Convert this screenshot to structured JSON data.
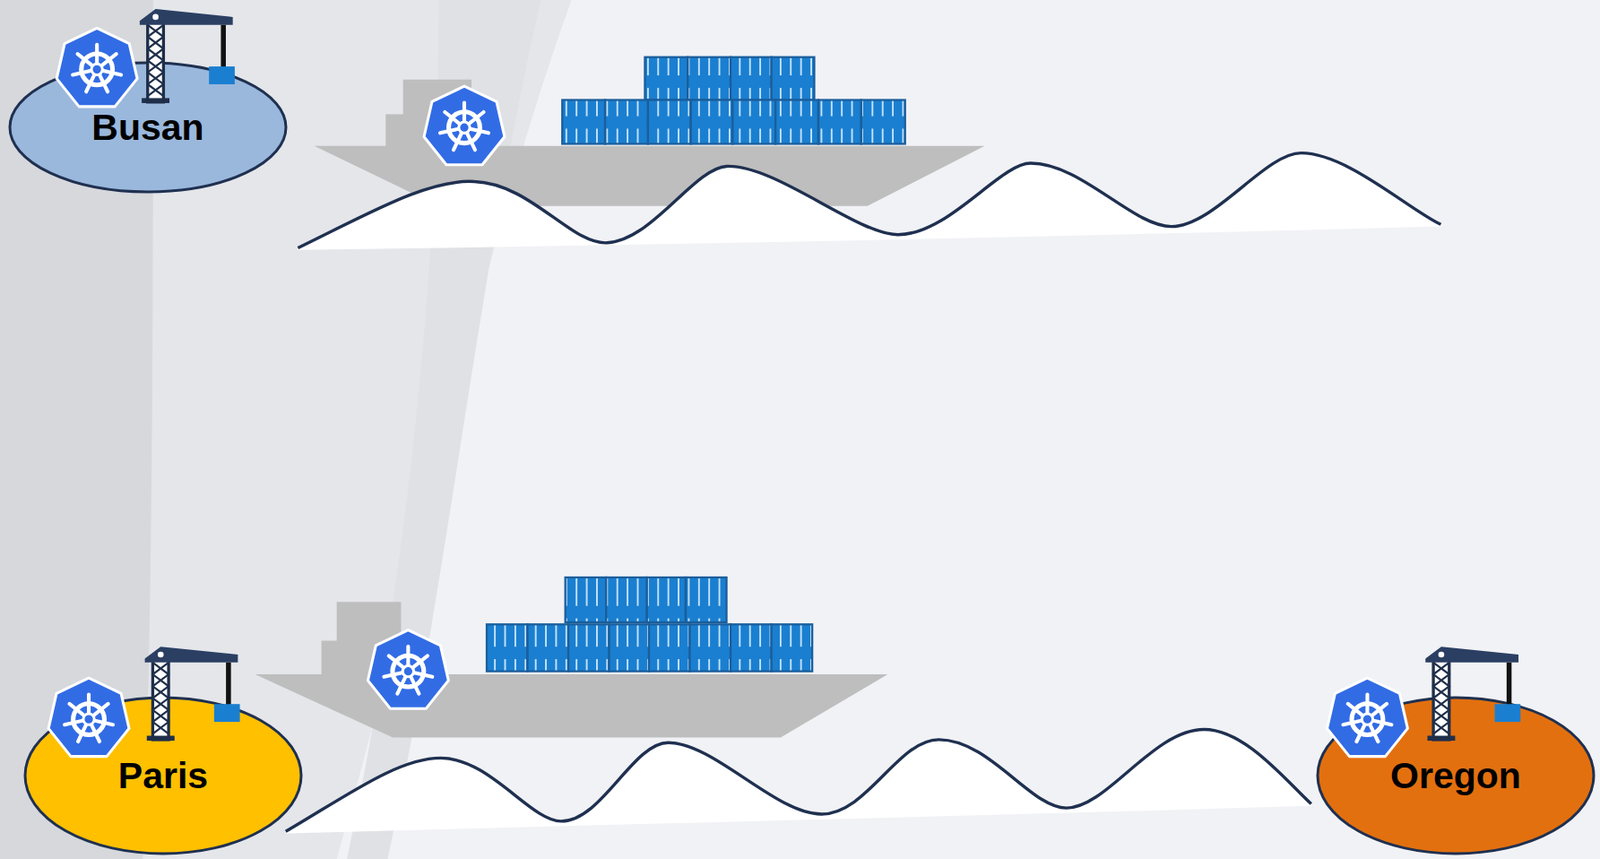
{
  "diagram": {
    "nodes": [
      {
        "text": [
          "Busan"
        ]
      },
      {
        "text": [
          "Paris"
        ]
      },
      {
        "text": [
          "Oregon"
        ]
      }
    ]
  }
}
